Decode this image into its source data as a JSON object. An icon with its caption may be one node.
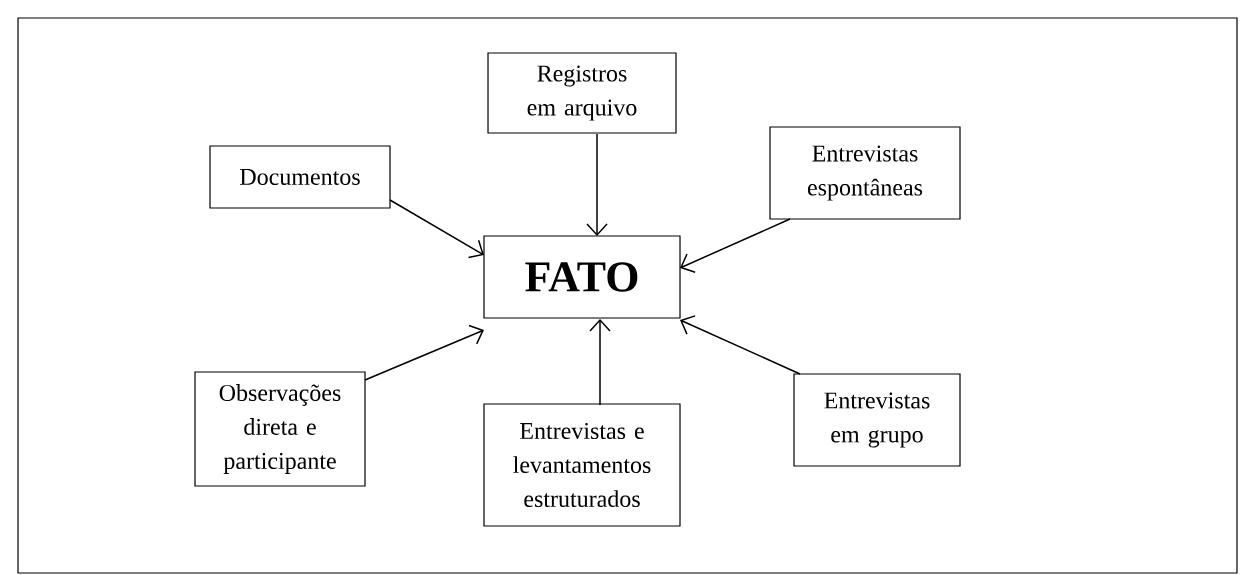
{
  "diagram": {
    "nodes": [
      {
        "text": [
          "Registros em arquivo"
        ]
      },
      {
        "text": [
          "Documentos"
        ]
      },
      {
        "text": [
          "Entrevistas espontâneas"
        ]
      },
      {
        "text": [
          "FATO"
        ]
      },
      {
        "text": [
          "Observações direta e participante"
        ]
      },
      {
        "text": [
          "Entrevistas e levantamentos estruturados"
        ]
      },
      {
        "text": [
          "Entrevistas em grupo"
        ]
      }
    ],
    "edges": [
      {
        "from": 0,
        "to": 3,
        "arrow": "to"
      },
      {
        "from": 1,
        "to": 3,
        "arrow": "to"
      },
      {
        "from": 2,
        "to": 3,
        "arrow": "to"
      },
      {
        "from": 4,
        "to": 3,
        "arrow": "to"
      },
      {
        "from": 5,
        "to": 3,
        "arrow": "to"
      },
      {
        "from": 6,
        "to": 3,
        "arrow": "to"
      }
    ]
  }
}
